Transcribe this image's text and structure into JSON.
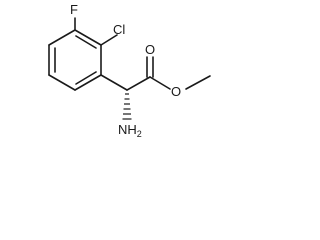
{
  "molecule": {
    "atoms": {
      "fluorine": "F",
      "chlorine": "Cl",
      "carbonyl_oxygen": "O",
      "ester_oxygen": "O",
      "amine": "NH",
      "amine_subscript": "2"
    },
    "colors": {
      "bond": "#1a1a1a",
      "text": "#1a1a1a",
      "background": "#ffffff"
    }
  }
}
